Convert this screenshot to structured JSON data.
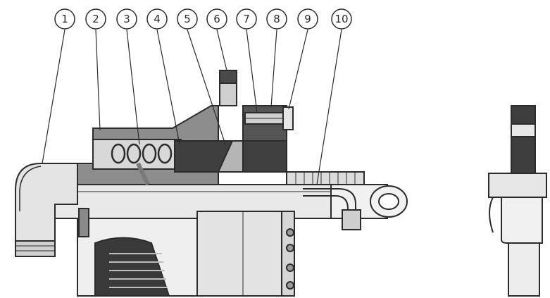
{
  "diagram": {
    "callouts": [
      {
        "label": "1"
      },
      {
        "label": "2"
      },
      {
        "label": "3"
      },
      {
        "label": "4"
      },
      {
        "label": "5"
      },
      {
        "label": "6"
      },
      {
        "label": "7"
      },
      {
        "label": "8"
      },
      {
        "label": "9"
      },
      {
        "label": "10"
      }
    ]
  },
  "colors": {
    "ink": "#2b2b2b",
    "light_fill": "#e9e9e9",
    "mid_fill": "#9a9a9a",
    "dark_fill": "#4a4a4a",
    "section_fill": "#6e6e6e",
    "background": "#ffffff"
  }
}
